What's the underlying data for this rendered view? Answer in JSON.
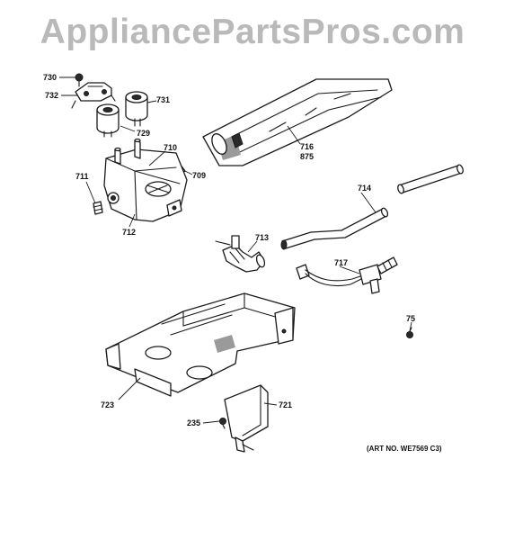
{
  "watermark": "AppliancePartsPros.com",
  "art_number": "(ART NO. WE7569 C3)",
  "callouts": {
    "p730": "730",
    "p732": "732",
    "p731": "731",
    "p729": "729",
    "p710": "710",
    "p711": "711",
    "p709": "709",
    "p712": "712",
    "p716": "716",
    "p875": "875",
    "p714": "714",
    "p713": "713",
    "p717": "717",
    "p75": "75",
    "p723": "723",
    "p721": "721",
    "p235": "235"
  }
}
